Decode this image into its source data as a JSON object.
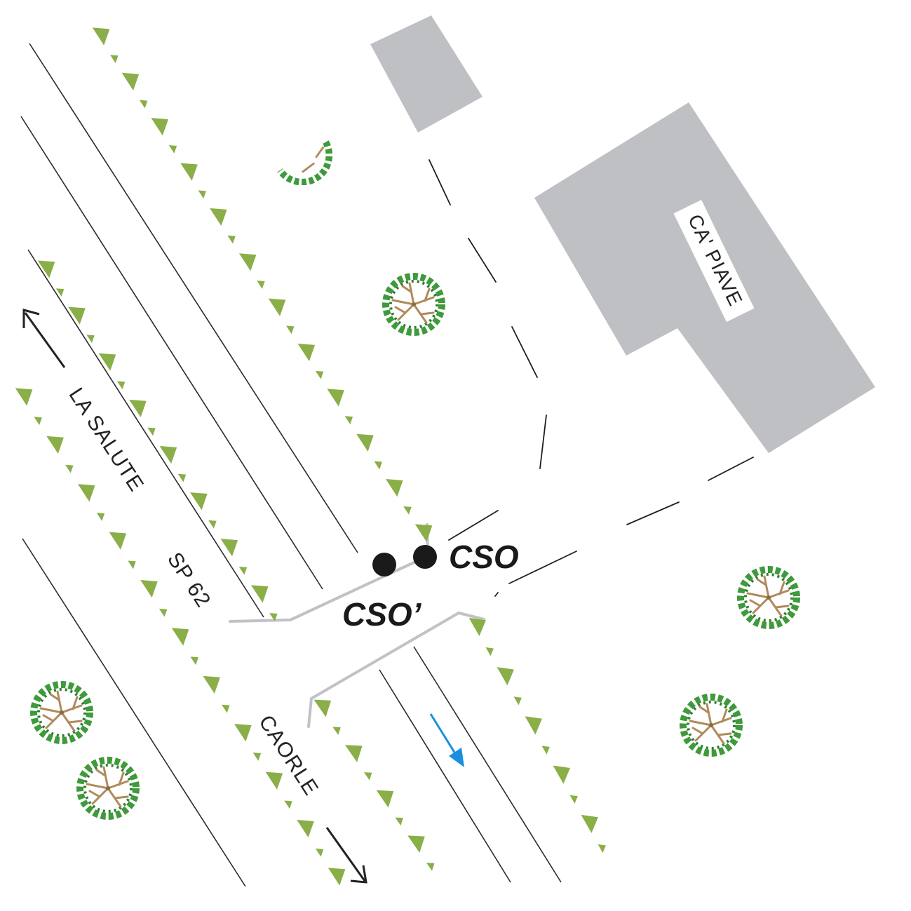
{
  "labels": {
    "road_north": "LA SALUTE",
    "road_number": "SP 62",
    "road_south": "CAORLE",
    "building": "CA' PIAVE",
    "point_cso": "CSO",
    "point_cso_prime": "CSO’"
  },
  "colors": {
    "building": "#bfc0c4",
    "hedge": "#8aae48",
    "tree_canopy": "#3e9a3a",
    "tree_trunk": "#b08a5c",
    "road_line": "#2b2b2b",
    "kerb": "#c2c2c6",
    "flow_arrow": "#1a8fe0",
    "direction_arrow": "#222222",
    "point_marker": "#1a1a1a"
  },
  "icons": {
    "direction_north": "arrow-up-left-icon",
    "direction_south": "arrow-down-right-icon",
    "flow": "water-flow-arrow-icon",
    "tree": "tree-icon",
    "hedge": "hedge-triangle-icon",
    "sampling_point": "filled-circle-icon"
  }
}
